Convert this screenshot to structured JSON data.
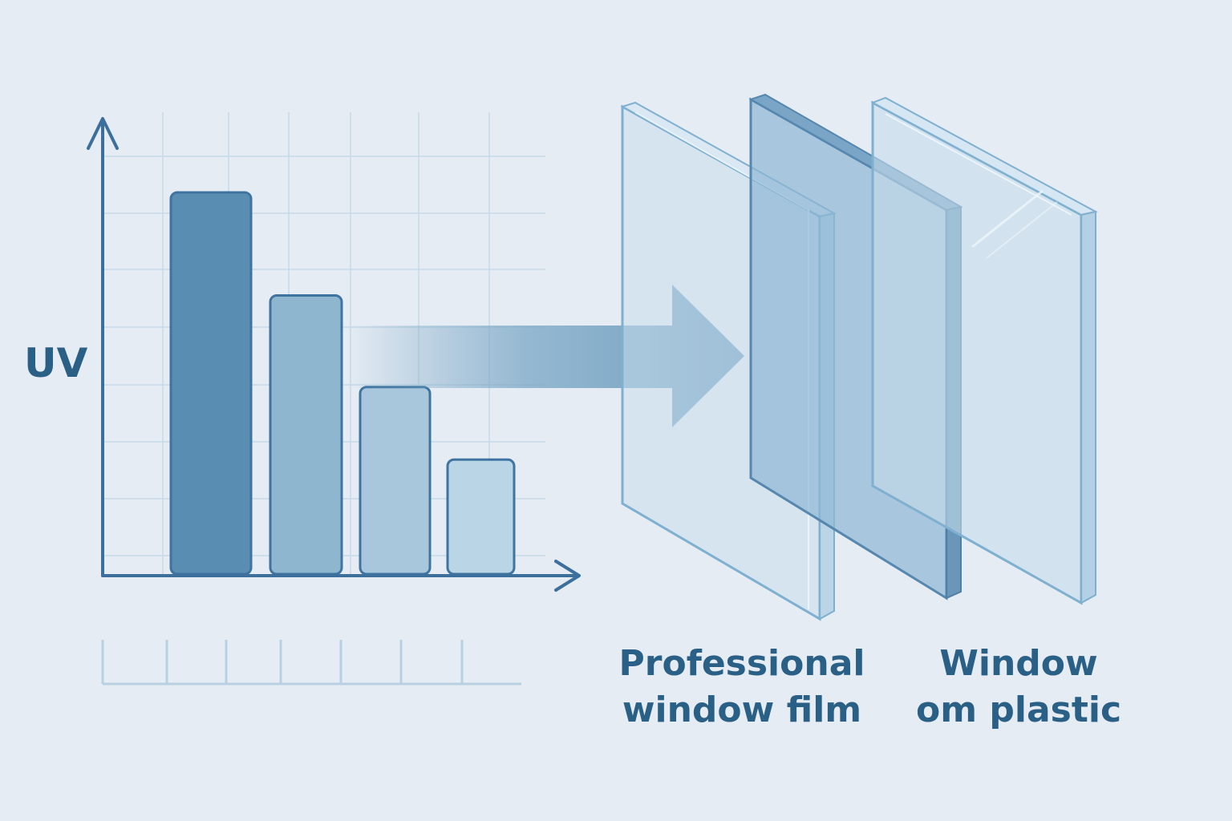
{
  "axis": {
    "y_label": "UV"
  },
  "chart_data": {
    "type": "bar",
    "categories": [
      "",
      "",
      "",
      ""
    ],
    "values": [
      100,
      73,
      49,
      30
    ],
    "ylim": [
      0,
      115
    ],
    "grid": true,
    "ylabel": "UV",
    "colors": [
      "#5a8db2",
      "#8fb6cf",
      "#a8c7dc",
      "#bad5e6"
    ]
  },
  "captions": {
    "film_line1": "Professional",
    "film_line2": "window film",
    "plastic_line1": "Window",
    "plastic_line2": "om plastic"
  },
  "colors": {
    "background": "#e6ecf3",
    "axis": "#3c6f9b",
    "text": "#2a5f86",
    "grid": "#c6dae8"
  }
}
